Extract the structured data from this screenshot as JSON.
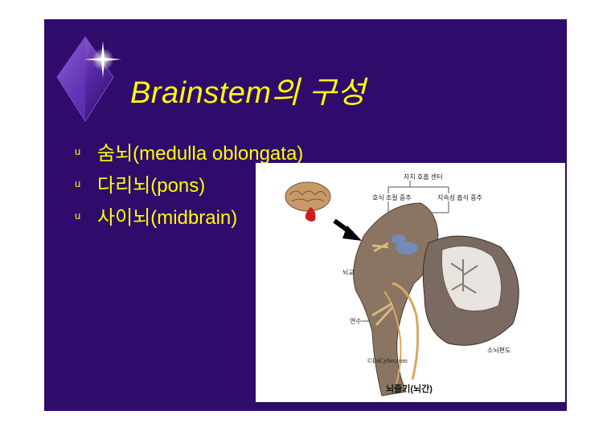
{
  "slide": {
    "title": "Brainstem의 구성",
    "bullet_marker": "u",
    "bullets": [
      {
        "label": "숨뇌(medulla oblongata)"
      },
      {
        "label": "다리뇌(pons)"
      },
      {
        "label": "사이뇌(midbrain)"
      }
    ]
  },
  "figure": {
    "labels": {
      "autonomic_center": "자치 호흡 센터",
      "expiratory_center": "호식 조절 중추",
      "sustained_center": "지속성 흡식 중추",
      "pons": "뇌교",
      "medulla": "연수",
      "cerebellum": "소뇌편도",
      "copyright": "©EnCyber.com"
    },
    "caption": "뇌줄기(뇌간)"
  }
}
